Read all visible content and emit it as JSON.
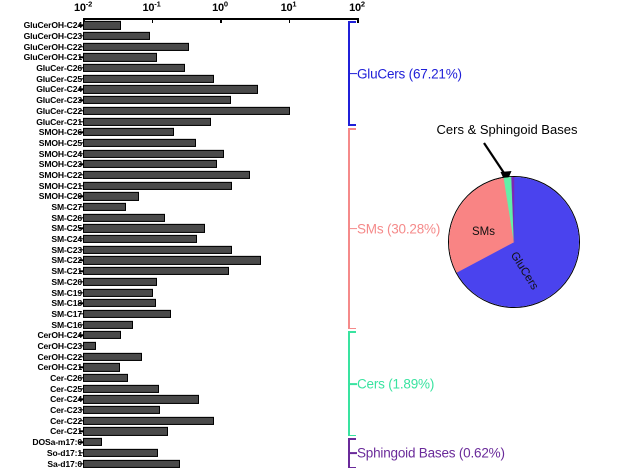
{
  "chart_data": [
    {
      "type": "bar",
      "orientation": "horizontal",
      "title": "",
      "xlabel": "",
      "ylabel": "",
      "xscale": "log",
      "xlim": [
        0.01,
        100
      ],
      "xticks": [
        "10-2",
        "10-1",
        "100",
        "101",
        "102"
      ],
      "xtick_labels": [
        "10⁻²",
        "10⁻¹",
        "10⁰",
        "10¹",
        "10²"
      ],
      "grid": false,
      "bar_color": "#4a4a4a",
      "bar_edge_color": "#000000",
      "categories": [
        "GluCerOH-C24",
        "GluCerOH-C23",
        "GluCerOH-C22",
        "GluCerOH-C21",
        "GluCer-C26",
        "GluCer-C25",
        "GluCer-C24",
        "GluCer-C23",
        "GluCer-C22",
        "GluCer-C21",
        "SMOH-C26",
        "SMOH-C25",
        "SMOH-C24",
        "SMOH-C23",
        "SMOH-C22",
        "SMOH-C21",
        "SMOH-C20",
        "SM-C27",
        "SM-C26",
        "SM-C25",
        "SM-C24",
        "SM-C23",
        "SM-C22",
        "SM-C21",
        "SM-C20",
        "SM-C19",
        "SM-C18",
        "SM-C17",
        "SM-C16",
        "CerOH-C24",
        "CerOH-C23",
        "CerOH-C22",
        "CerOH-C21",
        "Cer-C26",
        "Cer-C25",
        "Cer-C24",
        "Cer-C23",
        "Cer-C22",
        "Cer-C21",
        "DOSa-m17:0",
        "So-d17:1",
        "Sa-d17:0"
      ],
      "values": [
        0.036,
        0.095,
        0.35,
        0.12,
        0.31,
        0.82,
        3.6,
        1.45,
        10.5,
        0.75,
        0.21,
        0.45,
        1.15,
        0.9,
        2.7,
        1.5,
        0.066,
        0.042,
        0.16,
        0.6,
        0.46,
        1.5,
        4.0,
        1.35,
        0.12,
        0.105,
        0.115,
        0.19,
        0.053,
        0.036,
        0.0155,
        0.072,
        0.035,
        0.045,
        0.13,
        0.49,
        0.135,
        0.83,
        0.175,
        0.019,
        0.125,
        0.26
      ],
      "groups": [
        {
          "name": "GluCers",
          "percent": "67.21%",
          "label": "GluCers (67.21%)",
          "color": "#2020d8",
          "start_index": 0,
          "end_index": 9
        },
        {
          "name": "SMs",
          "percent": "30.28%",
          "label": "SMs (30.28%)",
          "color": "#f58a8a",
          "start_index": 10,
          "end_index": 28
        },
        {
          "name": "Cers",
          "percent": "1.89%",
          "label": "Cers (1.89%)",
          "color": "#39e3a0",
          "start_index": 29,
          "end_index": 38
        },
        {
          "name": "Sphingoid Bases",
          "percent": "0.62%",
          "label": "Sphingoid Bases (0.62%)",
          "color": "#6a2a9a",
          "start_index": 39,
          "end_index": 41
        }
      ]
    },
    {
      "type": "pie",
      "title": "Cers & Sphingoid Bases",
      "annotation": "Cers & Sphingoid Bases",
      "labels": [
        "GluCers",
        "SMs",
        "Cers",
        "Sphingoid Bases"
      ],
      "values": [
        67.21,
        30.28,
        1.89,
        0.62
      ],
      "colors": [
        "#4a43ee",
        "#f98484",
        "#62f0a8",
        "#7b28b4"
      ],
      "visible_segment_labels": [
        "SMs",
        "GluCers"
      ],
      "start_angle_deg": -90,
      "direction": "clockwise",
      "edge_color": "#000000"
    }
  ],
  "barchart": {
    "ticks": [
      {
        "label_base": "10",
        "label_exp": "-2"
      },
      {
        "label_base": "10",
        "label_exp": "-1"
      },
      {
        "label_base": "10",
        "label_exp": "0"
      },
      {
        "label_base": "10",
        "label_exp": "1"
      },
      {
        "label_base": "10",
        "label_exp": "2"
      }
    ]
  },
  "pie": {
    "annotation": "Cers & Sphingoid Bases",
    "label_sms": "SMs",
    "label_glucers": "GluCers"
  }
}
